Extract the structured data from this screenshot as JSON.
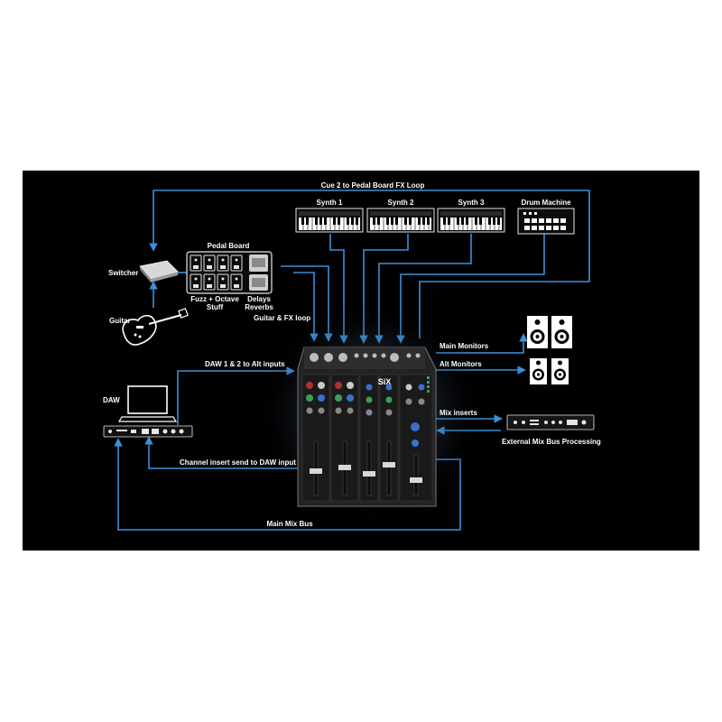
{
  "devices": {
    "synth1": "Synth 1",
    "synth2": "Synth 2",
    "synth3": "Synth 3",
    "drum_machine": "Drum Machine",
    "pedal_board": "Pedal Board",
    "fuzz_octave": "Fuzz + Octave",
    "stuff": "Stuff",
    "delays": "Delays",
    "reverbs": "Reverbs",
    "switcher": "Switcher",
    "guitar": "Guitar",
    "daw": "DAW",
    "external": "External Mix Bus Processing",
    "mixer_brand": "SiX"
  },
  "connections": {
    "cue2": "Cue 2 to Pedal Board FX Loop",
    "guitar_fx": "Guitar & FX loop",
    "daw_alt": "DAW 1 & 2 to Alt inputs",
    "main_monitors": "Main Monitors",
    "alt_monitors": "Alt Monitors",
    "mix_inserts": "Mix inserts",
    "channel_insert": "Channel insert send to DAW input",
    "main_mix": "Main Mix Bus"
  },
  "colors": {
    "wire": "#3d8fd9",
    "background": "#000000",
    "device_outline": "#e6e6e6"
  }
}
